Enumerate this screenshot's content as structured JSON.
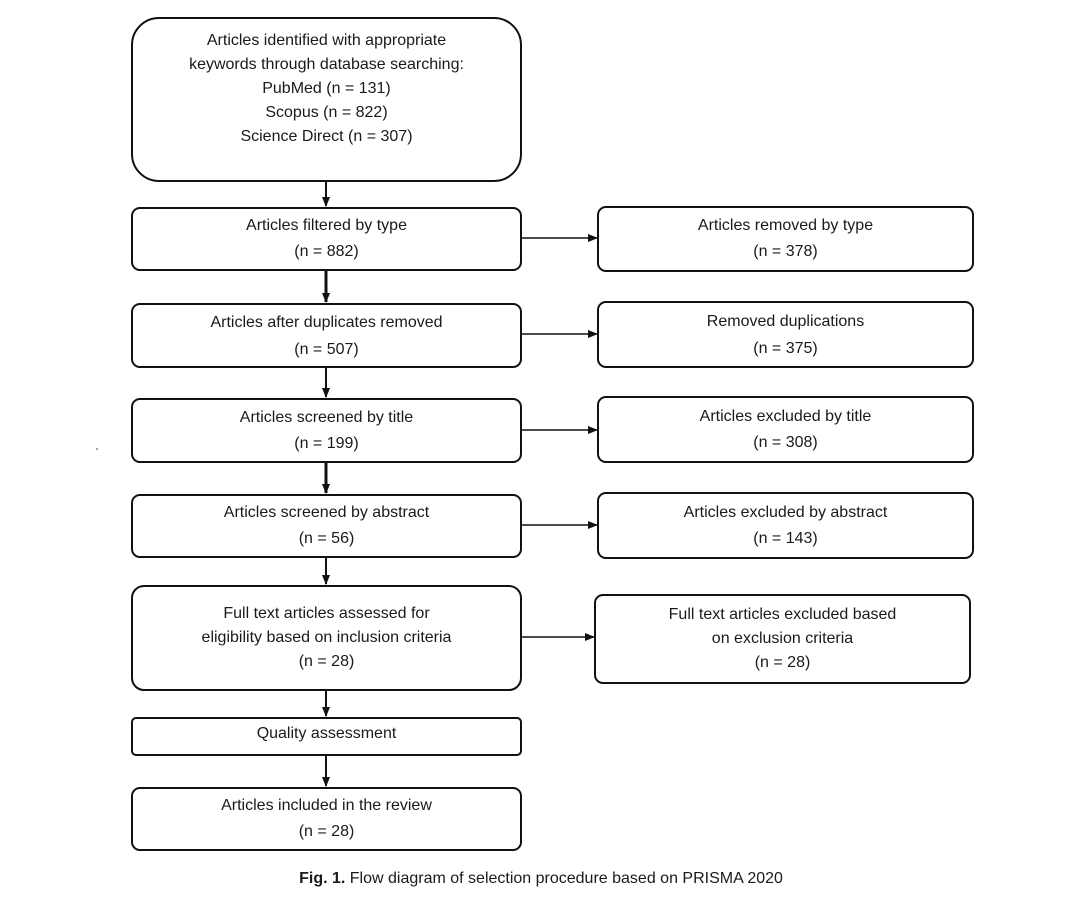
{
  "boxes": {
    "identified": [
      "Articles identified with appropriate",
      "keywords through database searching:",
      "PubMed (n = 131)",
      "Scopus (n = 822)",
      "Science Direct (n = 307)"
    ],
    "filtered": [
      "Articles filtered by type",
      "(n = 882)"
    ],
    "removed_type": [
      "Articles removed by type",
      "(n = 378)"
    ],
    "dedup": [
      "Articles after duplicates removed",
      "(n = 507)"
    ],
    "removed_dup": [
      "Removed duplications",
      "(n = 375)"
    ],
    "screened_title": [
      "Articles screened by title",
      "(n = 199)"
    ],
    "excluded_title": [
      "Articles excluded by title",
      "(n = 308)"
    ],
    "screened_abstract": [
      "Articles screened by abstract",
      "(n = 56)"
    ],
    "excluded_abstract": [
      "Articles excluded by abstract",
      "(n = 143)"
    ],
    "fulltext": [
      "Full text articles assessed for",
      "eligibility based on inclusion criteria",
      "(n = 28)"
    ],
    "excluded_fulltext": [
      "Full text articles excluded based",
      "on exclusion criteria",
      "(n = 28)"
    ],
    "quality": [
      "Quality assessment"
    ],
    "included": [
      "Articles included in the review",
      "(n = 28)"
    ]
  },
  "caption": {
    "label": "Fig. 1.",
    "text": " Flow diagram of selection procedure based on PRISMA 2020"
  }
}
